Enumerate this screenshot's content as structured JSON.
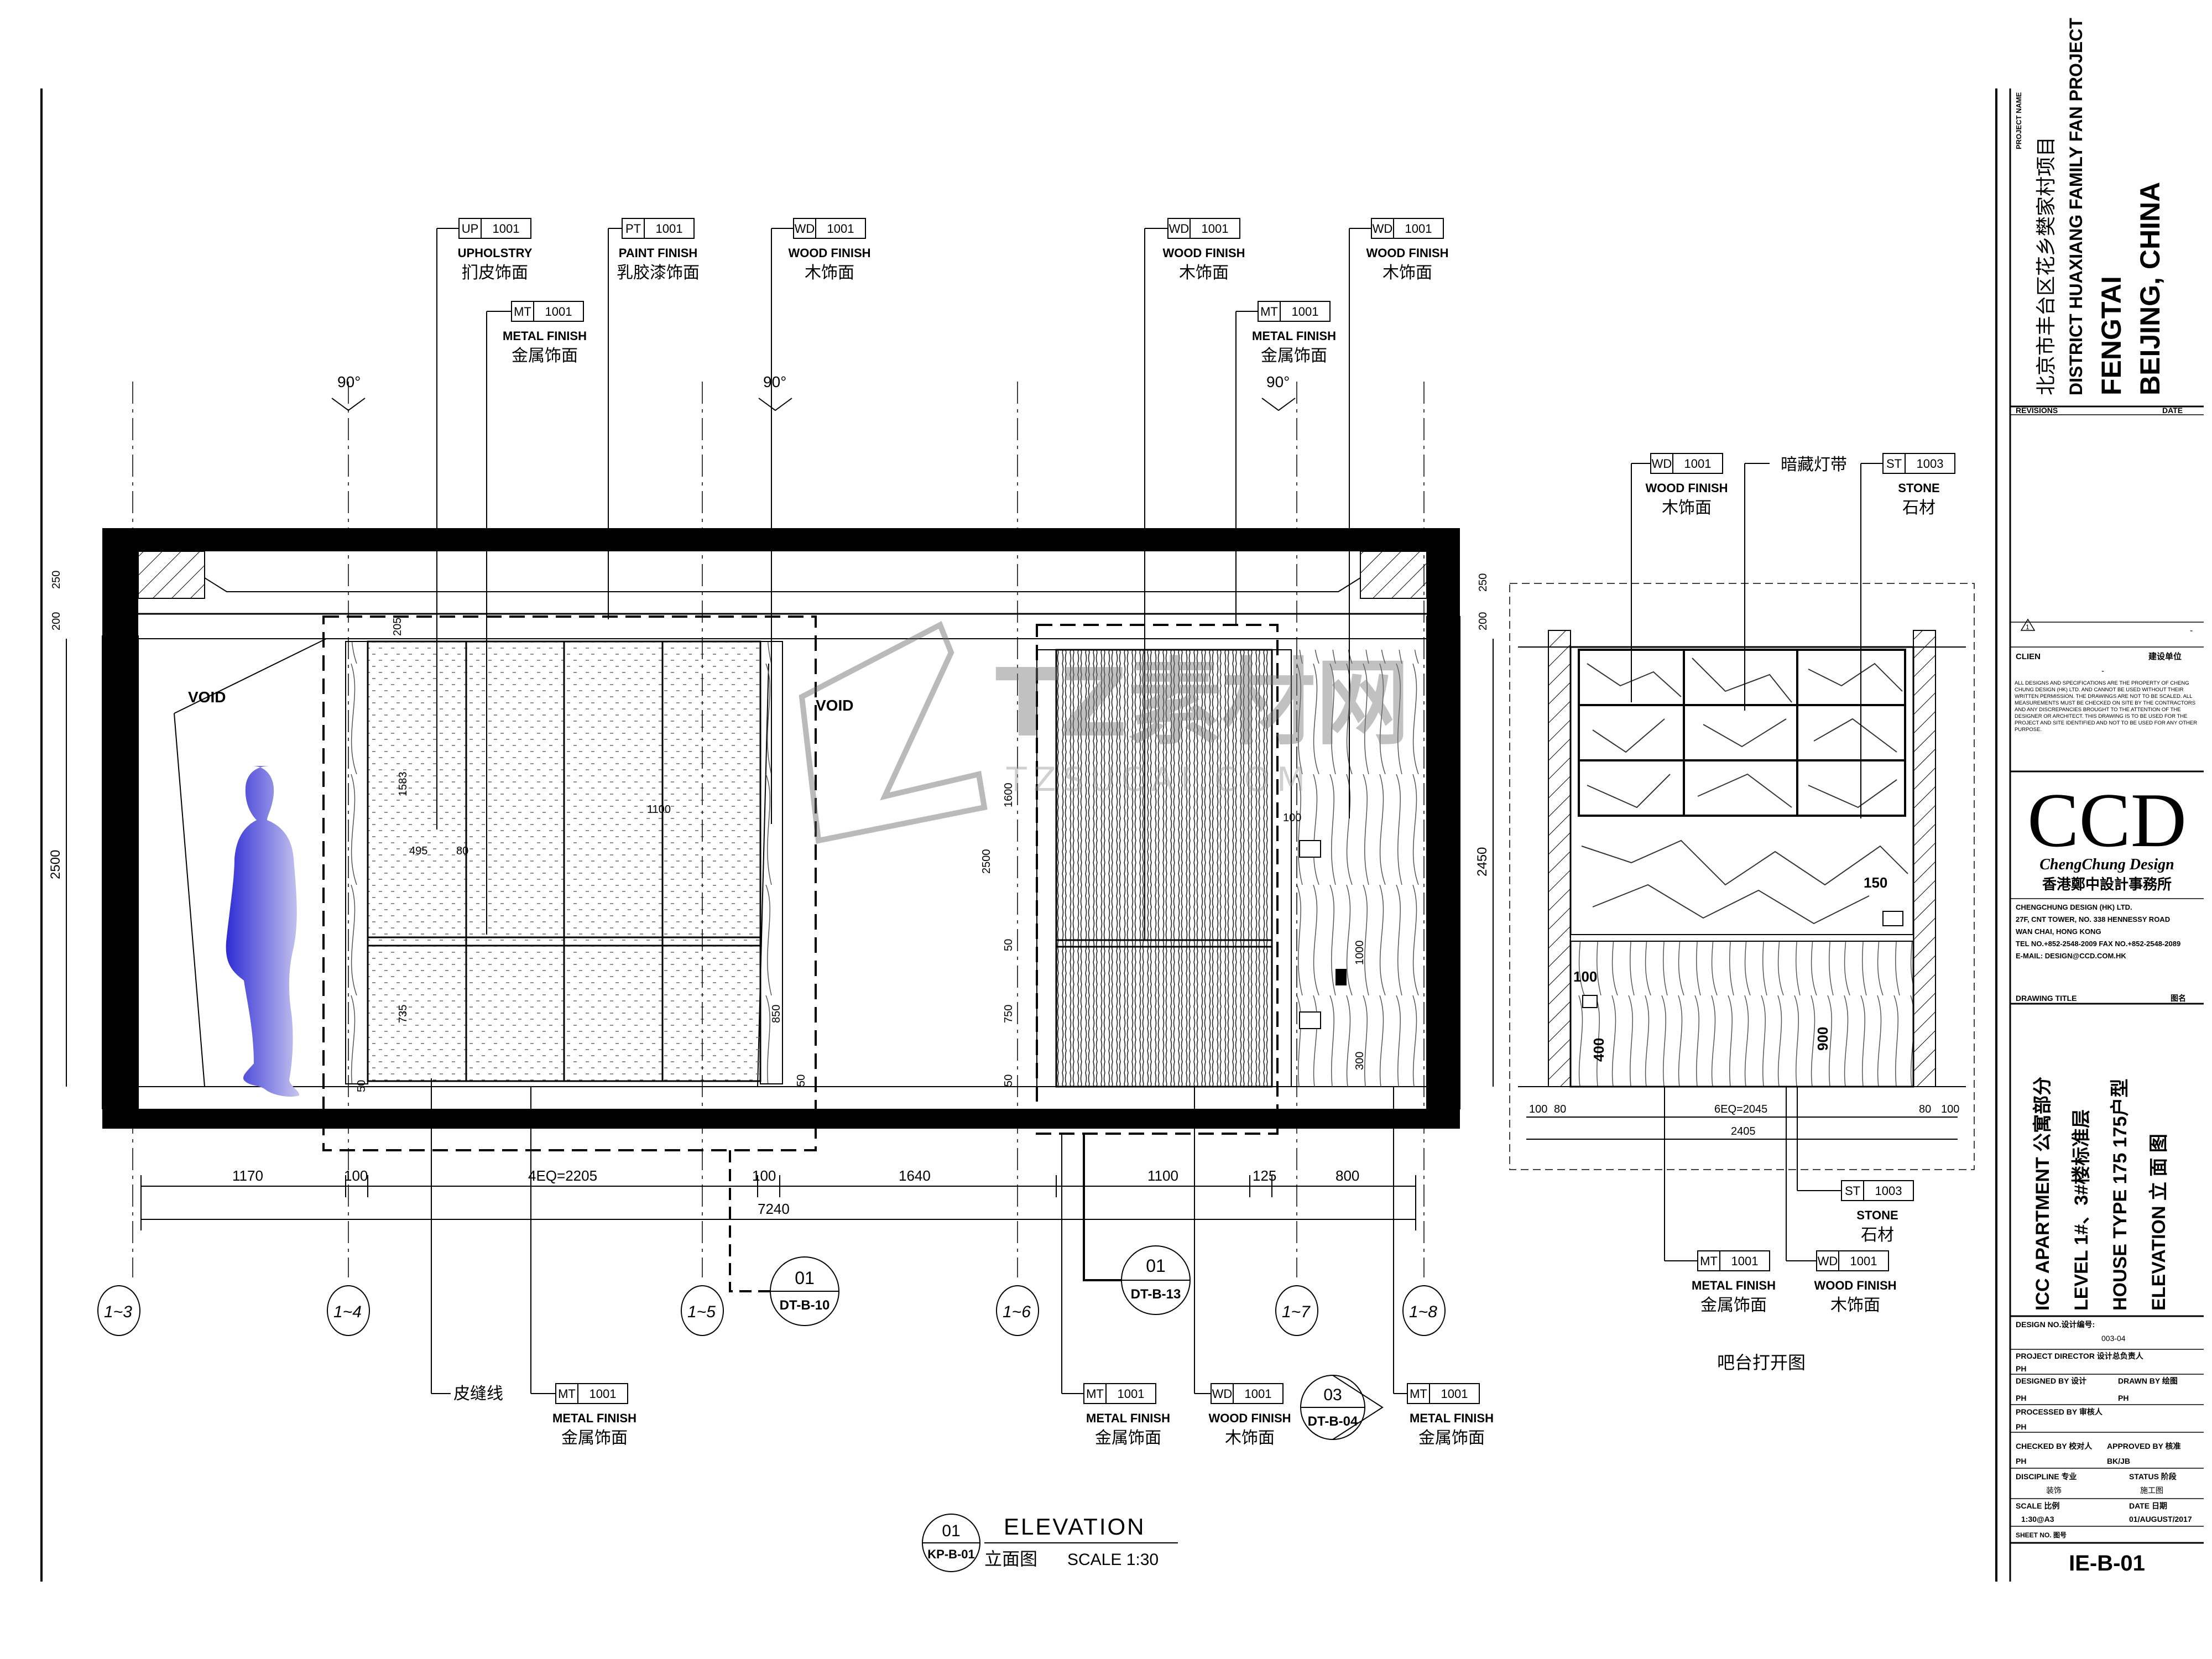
{
  "callouts_top": [
    {
      "code": "UP",
      "num": "1001",
      "en": "UPHOLSTRY",
      "cn": "扪皮饰面"
    },
    {
      "code": "PT",
      "num": "1001",
      "en": "PAINT FINISH",
      "cn": "乳胶漆饰面"
    },
    {
      "code": "WD",
      "num": "1001",
      "en": "WOOD FINISH",
      "cn": "木饰面"
    },
    {
      "code": "WD",
      "num": "1001",
      "en": "WOOD FINISH",
      "cn": "木饰面"
    },
    {
      "code": "WD",
      "num": "1001",
      "en": "WOOD FINISH",
      "cn": "木饰面"
    },
    {
      "code": "MT",
      "num": "1001",
      "en": "METAL FINISH",
      "cn": "金属饰面"
    },
    {
      "code": "MT",
      "num": "1001",
      "en": "METAL FINISH",
      "cn": "金属饰面"
    }
  ],
  "angle_marks": [
    "90°",
    "90°",
    "90°"
  ],
  "void_labels": [
    "VOID",
    "VOID"
  ],
  "elevation_dims": {
    "height_left": "2500",
    "height_right": "2450",
    "top_left": "250",
    "gap_left": "200",
    "top_right": "250",
    "gap_right": "200",
    "panel_h1": "1583",
    "panel_h2": "735",
    "panel_w": "495",
    "panel_gap": "80",
    "inner_1100": "1100",
    "dim_850": "850",
    "door_1600": "1600",
    "door_2500": "2500",
    "door_750": "750",
    "door_50a": "50",
    "door_50b": "50",
    "dim_100": "100",
    "dim_1000": "1000",
    "dim_300": "300",
    "dim_205": "205",
    "dim_50c": "50",
    "dim_50d": "50"
  },
  "bottom_dims": [
    "1170",
    "100",
    "4EQ=2205",
    "100",
    "1640",
    "1100",
    "125",
    "800"
  ],
  "total_dim": "7240",
  "grid_labels": [
    "1~3",
    "1~4",
    "1~5",
    "1~6",
    "1~7",
    "1~8"
  ],
  "section_refs": [
    {
      "num": "01",
      "code": "DT-B-10"
    },
    {
      "num": "01",
      "code": "DT-B-13"
    },
    {
      "num": "03",
      "code": "DT-B-04"
    }
  ],
  "callouts_bottom": [
    {
      "label": "皮缝线"
    },
    {
      "code": "MT",
      "num": "1001",
      "en": "METAL FINISH",
      "cn": "金属饰面"
    },
    {
      "code": "MT",
      "num": "1001",
      "en": "METAL FINISH",
      "cn": "金属饰面"
    },
    {
      "code": "WD",
      "num": "1001",
      "en": "WOOD FINISH",
      "cn": "木饰面"
    },
    {
      "code": "MT",
      "num": "1001",
      "en": "METAL FINISH",
      "cn": "金属饰面"
    }
  ],
  "elevation_title": {
    "num": "01",
    "code": "KP-B-01",
    "title": "ELEVATION",
    "cn": "立面图",
    "scale": "SCALE  1:30"
  },
  "bar": {
    "callouts_top": [
      {
        "code": "WD",
        "num": "1001",
        "en": "WOOD FINISH",
        "cn": "木饰面"
      },
      {
        "label": "暗藏灯带"
      },
      {
        "code": "ST",
        "num": "1003",
        "en": "STONE",
        "cn": "石材"
      }
    ],
    "dims": {
      "d150": "150",
      "d100": "100",
      "d400": "400",
      "d900": "900",
      "eq": "6EQ=2045",
      "total": "2405",
      "l1": "100",
      "l2": "80",
      "r1": "80",
      "r2": "100"
    },
    "callouts_bottom": [
      {
        "code": "ST",
        "num": "1003",
        "en": "STONE",
        "cn": "石材"
      },
      {
        "code": "MT",
        "num": "1001",
        "en": "METAL FINISH",
        "cn": "金属饰面"
      },
      {
        "code": "WD",
        "num": "1001",
        "en": "WOOD FINISH",
        "cn": "木饰面"
      }
    ],
    "caption": "吧台打开图"
  },
  "watermark": {
    "main": "TZ素材网",
    "sub": "TZSUCAI.COM"
  },
  "title_block": {
    "project_name_label": "PROJECT NAME",
    "project_cn": "北京市丰台区花乡樊家村项目",
    "project_en": "DISTRICT HUAXIANG  FAMILY FAN PROJECT",
    "city1": "FENGTAI",
    "city2": "BEIJING, CHINA",
    "revisions": "REVISIONS",
    "date": "DATE",
    "rev_num": "1",
    "rev_dash": "-",
    "client": "CLIEN",
    "client_dash": "-",
    "builder": "建设单位",
    "notes": "ALL DESIGNS AND SPECIFICATIONS ARE THE PROPERTY OF CHENG CHUNG DESIGN (HK) LTD. AND CANNOT BE USED WITHOUT THEIR WRITTEN PERMISSION. THE DRAWINGS ARE NOT TO BE SCALED. ALL MEASUREMENTS MUST BE CHECKED ON SITE BY THE CONTRACTORS AND ANY DISCREPANCIES BROUGHT TO THE ATTENTION OF THE DESIGNER OR ARCHITECT. THIS DRAWING IS TO BE USED FOR THE PROJECT AND SITE IDENTIFIED AND NOT TO BE USED FOR ANY OTHER PURPOSE.",
    "logo": "CCD",
    "logo_sub": "ChengChung Design",
    "logo_cn": "香港鄭中設計事務所",
    "company": "CHENGCHUNG DESIGN (HK) LTD.",
    "address1": "27F, CNT TOWER, NO. 338 HENNESSY ROAD",
    "address2": "WAN CHAI, HONG KONG",
    "phone": "TEL NO.+852-2548-2009   FAX NO.+852-2548-2089",
    "email": "E-MAIL: DESIGN@CCD.COM.HK",
    "drawing_title": "DRAWING TITLE",
    "drawing_title_cn": "图名",
    "dt1": "ICC APARTMENT   公寓部分",
    "dt2": "LEVEL  1#、3#楼标准层",
    "dt3": "HOUSE TYPE 175         175户型",
    "dt4": "ELEVATION       立  面  图",
    "design_no_label": "DESIGN NO.设计编号:",
    "design_no": "003-04",
    "pd_label": "PROJECT DIRECTOR  设计总负责人",
    "pd": "PH",
    "designed_label": "DESIGNED BY 设计",
    "drawn_label": "DRAWN BY 绘图",
    "designed": "PH",
    "drawn": "PH",
    "processed_label": "PROCESSED BY 审核人",
    "processed": "PH",
    "checked_label": "CHECKED BY 校对人",
    "approved_label": "APPROVED BY 核准",
    "checked": "PH",
    "approved": "BK/JB",
    "discipline_label": "DISCIPLINE 专业",
    "status_label": "STATUS  阶段",
    "discipline": "装饰",
    "status": "施工图",
    "scale_label": "SCALE  比例",
    "date_label": "DATE   日期",
    "scale": "1:30@A3",
    "date_val": "01/AUGUST/2017",
    "sheet_label": "SHEET NO.  图号",
    "sheet_no": "IE-B-01"
  }
}
